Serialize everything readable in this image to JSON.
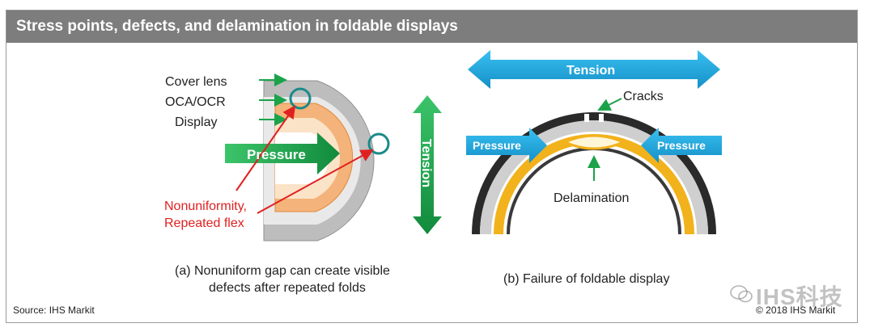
{
  "header": {
    "title": "Stress points, defects, and delamination in foldable displays"
  },
  "panel_a": {
    "layer_labels": [
      "Cover lens",
      "OCA/OCR",
      "Display"
    ],
    "pressure_label": "Pressure",
    "tension_label": "Tension",
    "defect_label_line1": "Nonuniformity,",
    "defect_label_line2": "Repeated flex",
    "caption_line1": "(a) Nonuniform gap can create visible",
    "caption_line2": "defects after repeated folds"
  },
  "panel_b": {
    "tension_label": "Tension",
    "cracks_label": "Cracks",
    "pressure_left_label": "Pressure",
    "pressure_right_label": "Pressure",
    "delamination_label": "Delamination",
    "caption": "(b) Failure of foldable display"
  },
  "footer": {
    "source": "Source: IHS Markit",
    "copyright": "© 2018 IHS Markit",
    "watermark": "IHS科技"
  },
  "colors": {
    "green_arrow": "#1aa34a",
    "blue_arrow": "#19a7e0",
    "teal_circle": "#1a8a8a",
    "red_pointer": "#e02020",
    "orange_layer": "#f2a65a",
    "gray_layer": "#b8b8b8",
    "yellow_layer": "#f2b21b"
  }
}
